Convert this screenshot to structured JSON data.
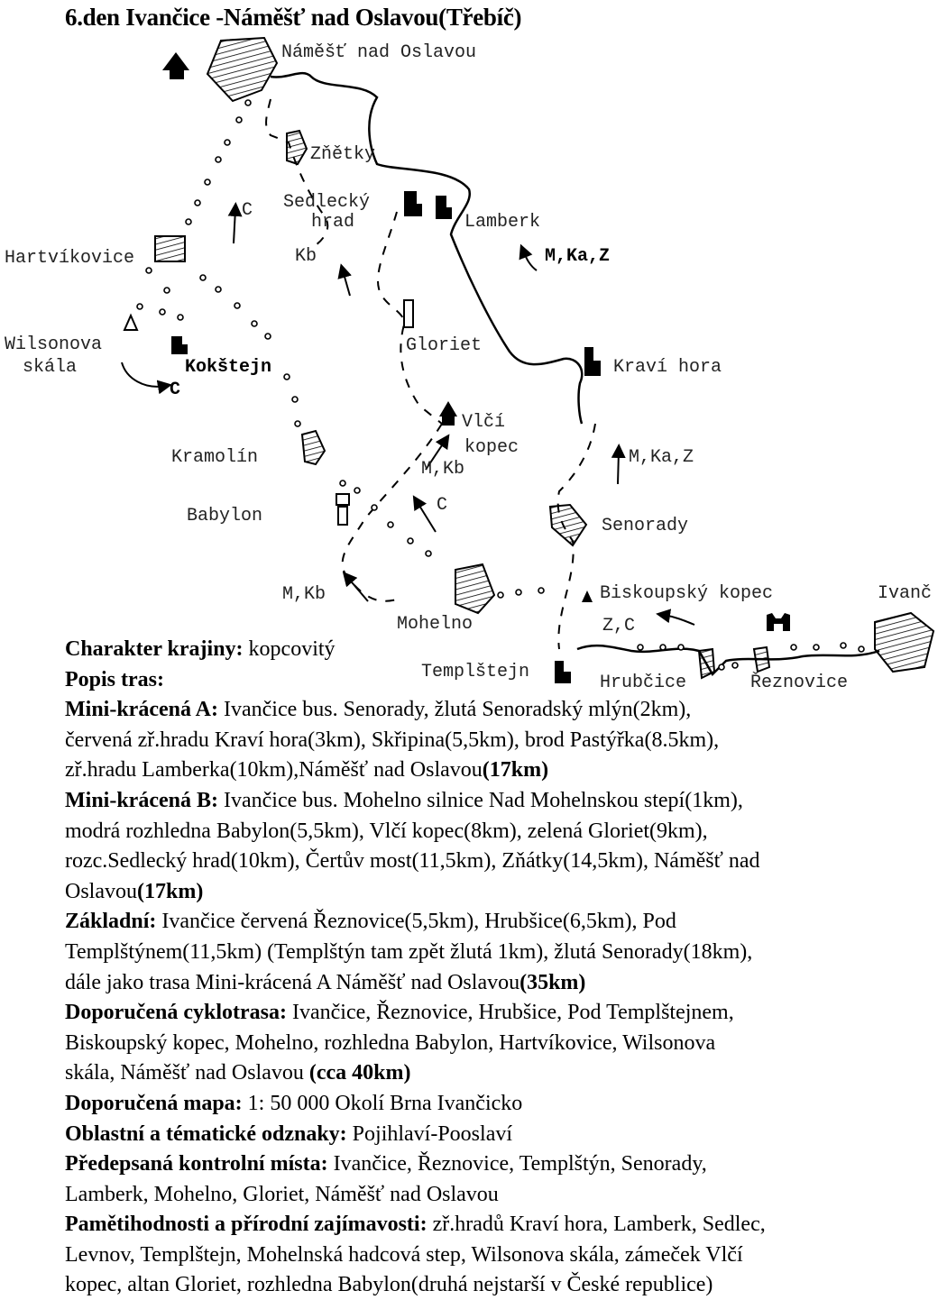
{
  "title": "6.den Ivančice -Náměšť nad Oslavou(Třebíč)",
  "map_labels": {
    "namest": "Náměšť nad Oslavou",
    "znetky": "Zňětky",
    "sedlecky": "Sedlecký",
    "hrad": "hrad",
    "lamberk": "Lamberk",
    "hartvikovice": "Hartvíkovice",
    "kb1": "Kb",
    "mkaz1": "M,Ka,Z",
    "c1": "C",
    "wilsonova": "Wilsonova",
    "skala": "skála",
    "kokstejn": "Kokštejn",
    "c2": "C",
    "gloriet": "Gloriet",
    "kravi_hora": "Kraví hora",
    "vlci": "Vlčí",
    "kopec": "kopec",
    "kramolin": "Kramolín",
    "mkb1": "M,Kb",
    "mkaz2": "M,Ka,Z",
    "babylon": "Babylon",
    "c3": "C",
    "senorady": "Senorady",
    "mkb2": "M,Kb",
    "biskoupsky": "Biskoupský kopec",
    "ivancice": "Ivanč",
    "mohelno": "Mohelno",
    "zc": "Z,C",
    "templstejn": "Templštejn",
    "hrubcice": "Hrubčice",
    "reznovice": "Řeznovice"
  },
  "lines": [
    {
      "bold": "Charakter krajiny:",
      "text": " kopcovitý"
    },
    {
      "bold": "Popis tras:",
      "text": ""
    },
    {
      "bold": "Mini-krácená A:",
      "text": " Ivančice bus. Senorady, žlutá Senoradský mlýn(2km),"
    },
    {
      "text": "červená zř.hradu Kraví hora(3km), Skřipina(5,5km), brod Pastýřka(8.5km),"
    },
    {
      "text": "zř.hradu Lamberka(10km),Náměšť nad Oslavou",
      "tail": "(17km)"
    },
    {
      "bold": "Mini-krácená B:",
      "text": " Ivančice bus. Mohelno silnice Nad Mohelnskou stepí(1km),"
    },
    {
      "text": "modrá rozhledna Babylon(5,5km), Vlčí kopec(8km), zelená Gloriet(9km),"
    },
    {
      "text": "rozc.Sedlecký hrad(10km), Čertův most(11,5km), Zňátky(14,5km), Náměšť nad"
    },
    {
      "text": "Oslavou",
      "tail": "(17km)"
    },
    {
      "bold": "Základní:",
      "text": " Ivančice červená Řeznovice(5,5km), Hrubšice(6,5km), Pod"
    },
    {
      "text": "Templštýnem(11,5km) (Templštýn tam zpět žlutá 1km), žlutá Senorady(18km),"
    },
    {
      "text": "dále jako trasa Mini-krácená A Náměšť nad Oslavou",
      "tail": "(35km)"
    },
    {
      "bold": "Doporučená cyklotrasa:",
      "text": " Ivančice, Řeznovice, Hrubšice, Pod Templštejnem,"
    },
    {
      "text": "Biskoupský kopec, Mohelno, rozhledna Babylon, Hartvíkovice, Wilsonova"
    },
    {
      "text": "skála, Náměšť nad Oslavou ",
      "tail": "(cca 40km)"
    },
    {
      "bold": "Doporučená mapa:",
      "text": " 1: 50 000 Okolí Brna Ivančicko"
    },
    {
      "bold": "Oblastní a tématické odznaky:",
      "text": " Pojihlaví-Pooslaví"
    },
    {
      "bold": "Předepsaná kontrolní místa:",
      "text": " Ivančice, Řeznovice, Templštýn, Senorady,"
    },
    {
      "text": "Lamberk, Mohelno, Gloriet, Náměšť nad Oslavou"
    },
    {
      "bold": "Pamětihodnosti a přírodní zajímavosti:",
      "text": " zř.hradů Kraví hora, Lamberk, Sedlec,"
    },
    {
      "text": "Levnov, Templštejn, Mohelnská hadcová step, Wilsonova skála, zámeček Vlčí"
    },
    {
      "text": "kopec, altan Gloriet, rozhledna Babylon(druhá nejstarší v České republice)"
    }
  ]
}
